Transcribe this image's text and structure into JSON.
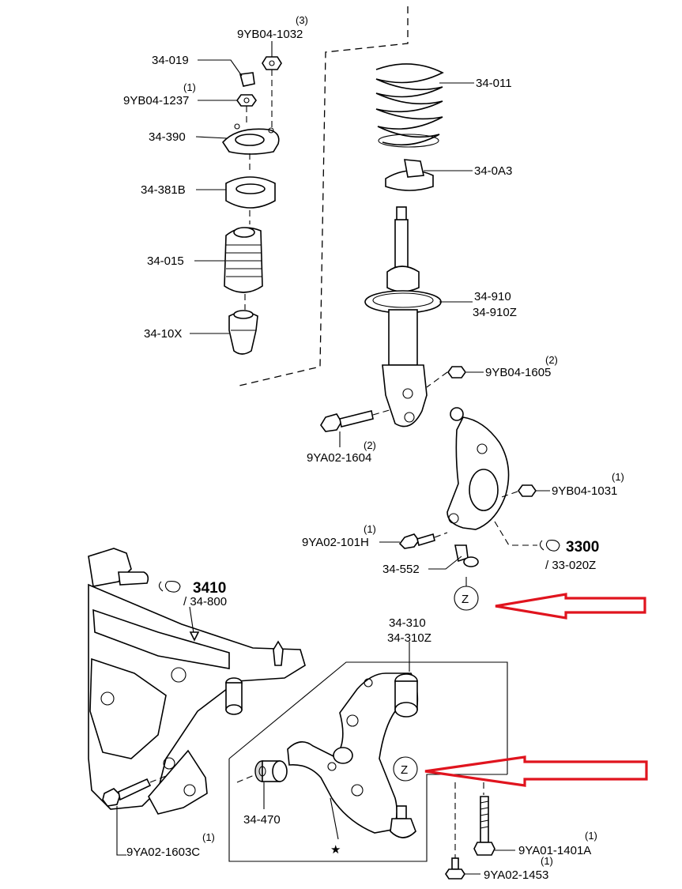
{
  "labels": {
    "nut_top": "9YB04-1032",
    "nut_top_qty": "(3)",
    "cap": "34-019",
    "nut_1237": "9YB04-1237",
    "nut_1237_qty": "(1)",
    "mount": "34-390",
    "bearing": "34-381B",
    "boot": "34-015",
    "bump_stop": "34-10X",
    "spring": "34-011",
    "seat": "34-0A3",
    "strut_a": "34-910",
    "strut_b": "34-910Z",
    "nut_1605": "9YB04-1605",
    "nut_1605_qty": "(2)",
    "bolt_1604": "9YA02-1604",
    "bolt_1604_qty": "(2)",
    "nut_1031": "9YB04-1031",
    "nut_1031_qty": "(1)",
    "bolt_101h": "9YA02-101H",
    "bolt_101h_qty": "(1)",
    "knuckle_group": "3300",
    "knuckle_part": "/ 33-020Z",
    "bracket": "34-552",
    "crossmember_group": "3410",
    "crossmember_part": "/ 34-800",
    "arm_a": "34-310",
    "arm_b": "34-310Z",
    "bushing": "34-470",
    "bolt_1603c": "9YA02-1603C",
    "bolt_1603c_qty": "(1)",
    "bolt_1401a": "9YA01-1401A",
    "bolt_1401a_qty": "(1)",
    "bolt_1453": "9YA02-1453",
    "bolt_1453_qty": "(1)",
    "z_upper": "Z",
    "z_lower": "Z",
    "star": "★"
  },
  "colors": {
    "line": "#000000",
    "background": "#ffffff",
    "arrow": "#e0141e"
  }
}
